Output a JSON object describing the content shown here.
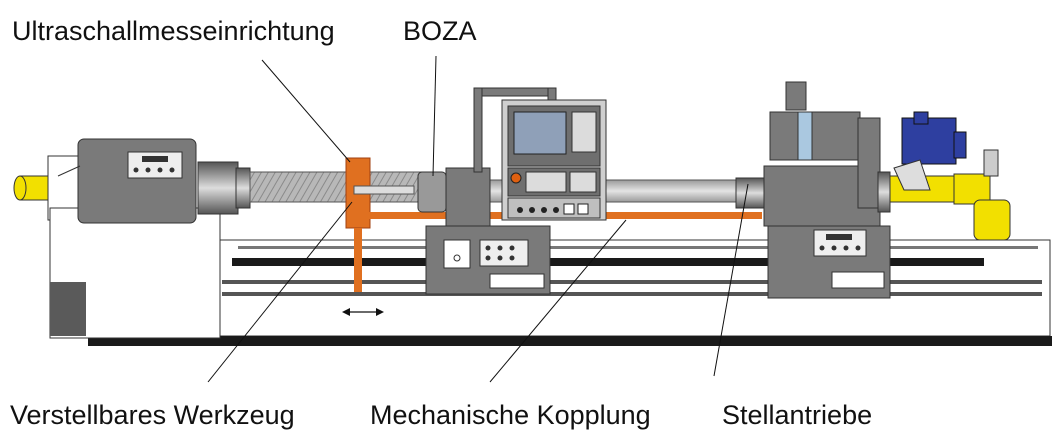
{
  "labels": {
    "top_left": "Ultraschallmesseinrichtung",
    "top_mid": "BOZA",
    "bottom_left": "Verstellbares Werkzeug",
    "bottom_mid": "Mechanische Kopplung",
    "bottom_right": "Stellantriebe"
  },
  "colors": {
    "machine_gray": "#7a7a7a",
    "dark_gray": "#5a5a5a",
    "light_gray": "#cfcfcf",
    "coupling_orange": "#e07020",
    "hydraulic_yellow": "#f2e000",
    "actuator_blue": "#2e3fa0",
    "screen_blue": "#8fa0b8",
    "bed_black": "#1a1a1a"
  }
}
